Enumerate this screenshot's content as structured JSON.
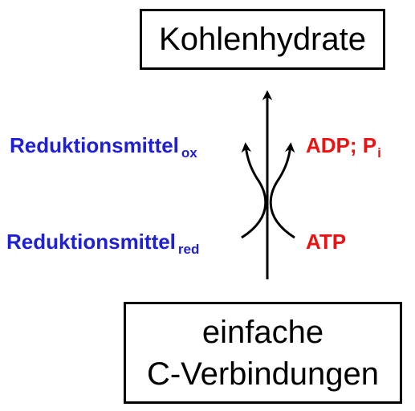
{
  "boxes": {
    "product": "Kohlenhydrate",
    "substrate_line1": "einfache",
    "substrate_line2": "C-Verbindungen"
  },
  "reductant": {
    "oxidized_base": "Reduktionsmittel",
    "oxidized_sub": "ox",
    "reduced_base": "Reduktionsmittel",
    "reduced_sub": "red"
  },
  "energy": {
    "consumed": "ATP",
    "released_base": "ADP; P",
    "released_sub": "i"
  },
  "colors": {
    "reductant_text": "#1f1fd6",
    "energy_text": "#ee1111",
    "line": "#000000"
  }
}
